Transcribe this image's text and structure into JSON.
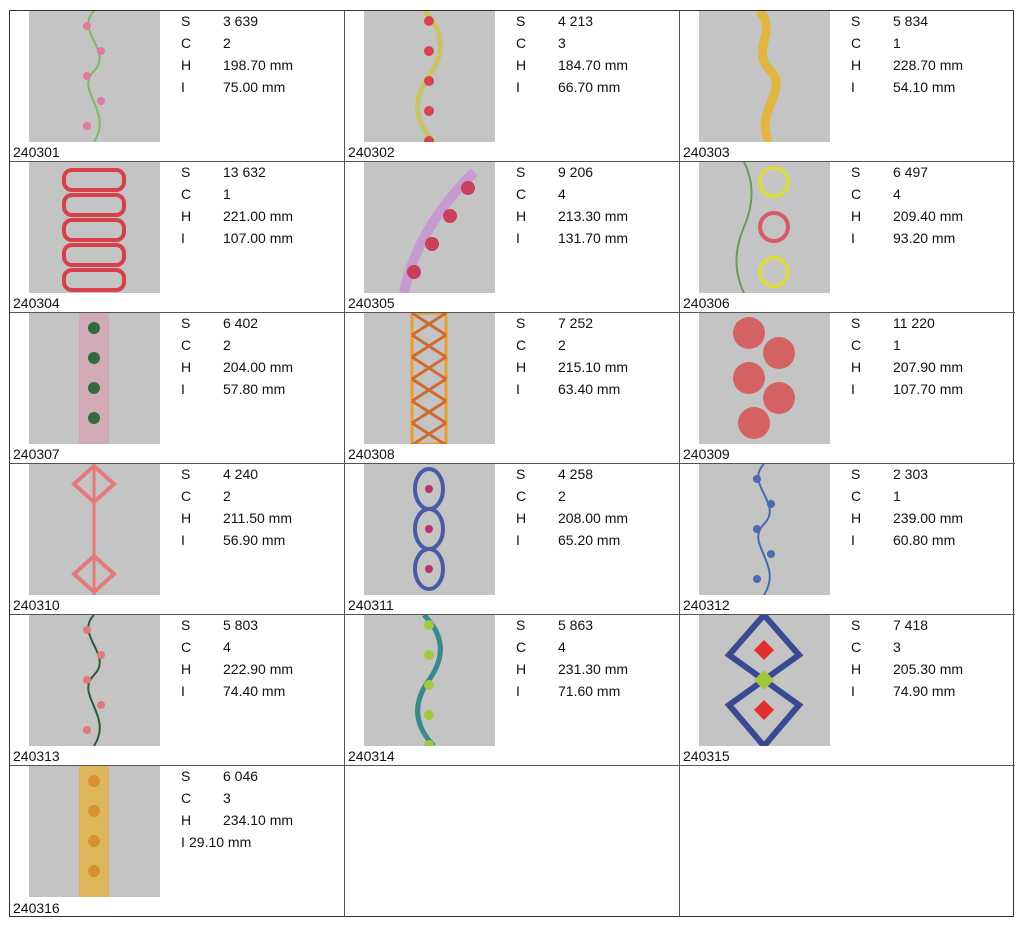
{
  "label_letters": {
    "s": "S",
    "c": "C",
    "h": "H",
    "i": "I"
  },
  "designs": [
    {
      "code": "240301",
      "s": "3 639",
      "c": "2",
      "h": "198.70 mm",
      "i": "75.00 mm",
      "colors": [
        "#7fb86a",
        "#e07aa0"
      ],
      "motif": "vine"
    },
    {
      "code": "240302",
      "s": "4 213",
      "c": "3",
      "h": "184.70 mm",
      "i": "66.70 mm",
      "colors": [
        "#c9c36a",
        "#d8434f"
      ],
      "motif": "wave"
    },
    {
      "code": "240303",
      "s": "5 834",
      "c": "1",
      "h": "228.70 mm",
      "i": "54.10 mm",
      "colors": [
        "#e0b640",
        "#e0b640"
      ],
      "motif": "scroll"
    },
    {
      "code": "240304",
      "s": "13 632",
      "c": "1",
      "h": "221.00 mm",
      "i": "107.00 mm",
      "colors": [
        "#d6404a",
        "#d6404a"
      ],
      "motif": "blocks"
    },
    {
      "code": "240305",
      "s": "9 206",
      "c": "4",
      "h": "213.30 mm",
      "i": "131.70 mm",
      "colors": [
        "#c79ad0",
        "#c8405c"
      ],
      "motif": "diag"
    },
    {
      "code": "240306",
      "s": "6 497",
      "c": "4",
      "h": "209.40 mm",
      "i": "93.20 mm",
      "colors": [
        "#d8d848",
        "#d85a6a"
      ],
      "motif": "rings"
    },
    {
      "code": "240307",
      "s": "6 402",
      "c": "2",
      "h": "204.00 mm",
      "i": "57.80 mm",
      "colors": [
        "#d9a0b0",
        "#2f6b3c"
      ],
      "motif": "band"
    },
    {
      "code": "240308",
      "s": "7 252",
      "c": "2",
      "h": "215.10 mm",
      "i": "63.40 mm",
      "colors": [
        "#e8a030",
        "#d06a30"
      ],
      "motif": "lattice"
    },
    {
      "code": "240309",
      "s": "11 220",
      "c": "1",
      "h": "207.90 mm",
      "i": "107.70 mm",
      "colors": [
        "#d94a4a",
        "#d94a4a"
      ],
      "motif": "roses"
    },
    {
      "code": "240310",
      "s": "4 240",
      "c": "2",
      "h": "211.50 mm",
      "i": "56.90 mm",
      "colors": [
        "#e47a7a",
        "#e8a060"
      ],
      "motif": "diamonds"
    },
    {
      "code": "240311",
      "s": "4 258",
      "c": "2",
      "h": "208.00 mm",
      "i": "65.20 mm",
      "colors": [
        "#4a5aa8",
        "#c03070"
      ],
      "motif": "ovals"
    },
    {
      "code": "240312",
      "s": "2 303",
      "c": "1",
      "h": "239.00 mm",
      "i": "60.80 mm",
      "colors": [
        "#4a6ab0",
        "#4a6ab0"
      ],
      "motif": "vine"
    },
    {
      "code": "240313",
      "s": "5 803",
      "c": "4",
      "h": "222.90 mm",
      "i": "74.40 mm",
      "colors": [
        "#2f5a3a",
        "#e07a7a"
      ],
      "motif": "vine"
    },
    {
      "code": "240314",
      "s": "5 863",
      "c": "4",
      "h": "231.30 mm",
      "i": "71.60 mm",
      "colors": [
        "#3a8a8a",
        "#a0c840"
      ],
      "motif": "wave"
    },
    {
      "code": "240315",
      "s": "7 418",
      "c": "3",
      "h": "205.30 mm",
      "i": "74.90 mm",
      "colors": [
        "#3a4a90",
        "#e03030"
      ],
      "motif": "knot"
    },
    {
      "code": "240316",
      "s": "6 046",
      "c": "3",
      "h": "234.10 mm",
      "i": "29.10 mm",
      "colors": [
        "#e8b030",
        "#d89030"
      ],
      "motif": "band",
      "inline_i": true
    }
  ]
}
